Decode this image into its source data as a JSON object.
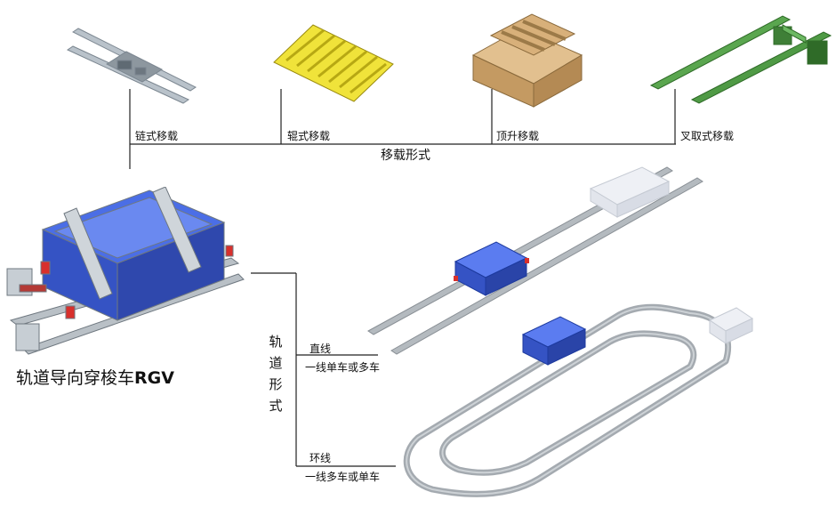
{
  "transfer_methods": {
    "items": [
      {
        "label": "链式移载"
      },
      {
        "label": "辊式移载"
      },
      {
        "label": "顶升移载"
      },
      {
        "label": "叉取式移载"
      }
    ],
    "group_label": "移载形式"
  },
  "rgv_title": {
    "text": "轨道导向穿梭车",
    "suffix": "RGV"
  },
  "track_form": {
    "vertical_label": [
      "轨",
      "道",
      "形",
      "式"
    ],
    "straight": {
      "title": "直线",
      "desc": "一线单车或多车"
    },
    "loop": {
      "title": "环线",
      "desc": "一线多车或单车"
    }
  },
  "colors": {
    "chain": "#a9b4bd",
    "roller": "#f0e33a",
    "lift": "#d8b07a",
    "fork": "#4f9a45",
    "shuttle": "#3f5fd9",
    "rail": "#a8adb2",
    "line": "#222222"
  }
}
